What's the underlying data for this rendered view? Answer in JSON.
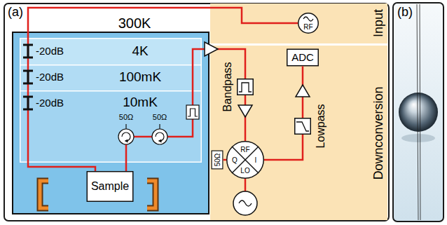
{
  "diagram": {
    "nodes": [
      {
        "text": [
          "300K"
        ]
      },
      {
        "text": [
          "4K"
        ],
        "in": 0
      },
      {
        "text": [
          "100mK"
        ],
        "in": 1
      },
      {
        "text": [
          "10mK"
        ],
        "in": 2
      },
      {
        "text": [
          "Sample"
        ],
        "in": 0
      },
      {
        "text": [
          "Input"
        ],
        "in": 0
      },
      {
        "text": [
          "RF"
        ],
        "in": 5
      },
      {
        "text": [
          "Downconversion"
        ],
        "in": 0
      },
      {
        "text": [
          "Bandpass"
        ],
        "in": 7
      },
      {
        "text": [
          "RF",
          "Q",
          "I",
          "LO"
        ],
        "in": 7
      },
      {
        "text": [
          "50Ω"
        ],
        "in": 7
      },
      {
        "text": [
          "Lowpass"
        ],
        "in": 7
      },
      {
        "text": [
          "ADC"
        ],
        "in": 7
      }
    ],
    "edges": [
      {
        "from": 6,
        "to": 4,
        "arrow": "none"
      },
      {
        "from": 4,
        "to": 8,
        "arrow": "none"
      },
      {
        "from": 8,
        "to": 9,
        "arrow": "none"
      },
      {
        "from": 9,
        "to": 10,
        "arrow": "none"
      },
      {
        "from": 9,
        "to": 11,
        "arrow": "none"
      },
      {
        "from": 11,
        "to": 12,
        "arrow": "none"
      }
    ],
    "labels": [
      "(a)",
      "-20dB",
      "-20dB",
      "-20dB",
      "50Ω",
      "50Ω",
      "(b)"
    ]
  }
}
